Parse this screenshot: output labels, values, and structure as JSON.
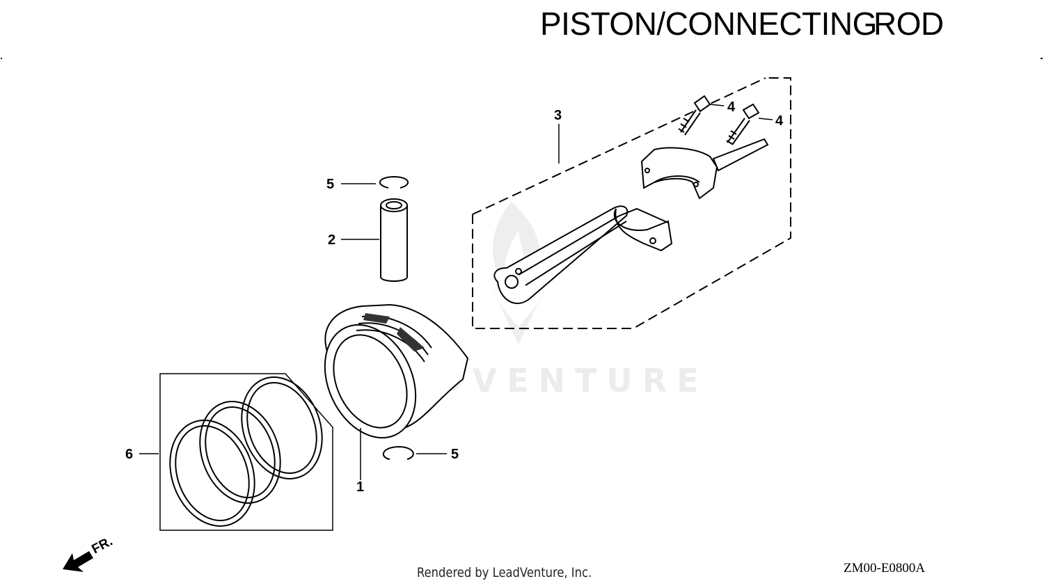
{
  "title": {
    "main": "PISTON/CONNECTING",
    "overlap": "ROD"
  },
  "callouts": {
    "piston": "1",
    "piston_pin": "2",
    "connecting_rod": "3",
    "rod_bolt_a": "4",
    "rod_bolt_b": "4",
    "clip_top": "5",
    "clip_bottom": "5",
    "piston_ring_set": "6"
  },
  "front_indicator": "FR.",
  "watermark": "LEADVENTURE",
  "footer": {
    "credit": "Rendered by LeadVenture, Inc.",
    "diagram_code": "ZM00-E0800A"
  },
  "colors": {
    "ink": "#000000",
    "watermark": "#ececec"
  }
}
